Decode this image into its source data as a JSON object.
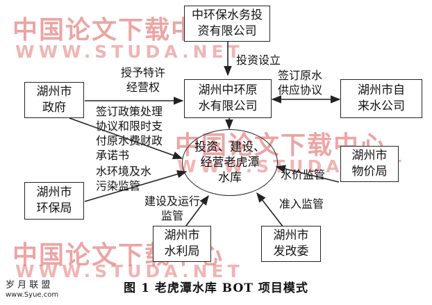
{
  "nodes": {
    "investor": "中环保水务投\n资有限公司",
    "project_company": "湖州中环原\n水有限公司",
    "water_supply": "湖州市自\n来水公司",
    "government": "湖州市\n政府",
    "price_bureau": "湖州市\n物价局",
    "env_bureau": "湖州市\n环保局",
    "water_bureau": "湖州市\n水利局",
    "dev_commission": "湖州市\n发改委",
    "reservoir": "投资、建设、\n经营老虎潭\n水库"
  },
  "edges": {
    "investment": "投资设立",
    "franchise": "授予特许\n经营权",
    "supply_agreement": "签订原水\n供应协议",
    "policy_agreement": "签订政策处理\n协议和限时支\n付原水费财政\n承诺书",
    "env_supervision": "水环境及水\n污染监管",
    "price_supervision": "水价监管",
    "construction_supervision": "建设及运行\n监管",
    "access_supervision": "准入监管"
  },
  "watermarks": {
    "cn": "中国论文下载中心",
    "en": "WWW.STUDA.NET"
  },
  "caption": "图 1   老虎潭水库 BOT 项目模式",
  "corner_logo": "岁 月 联 盟",
  "corner_site": "www.Syue.com"
}
